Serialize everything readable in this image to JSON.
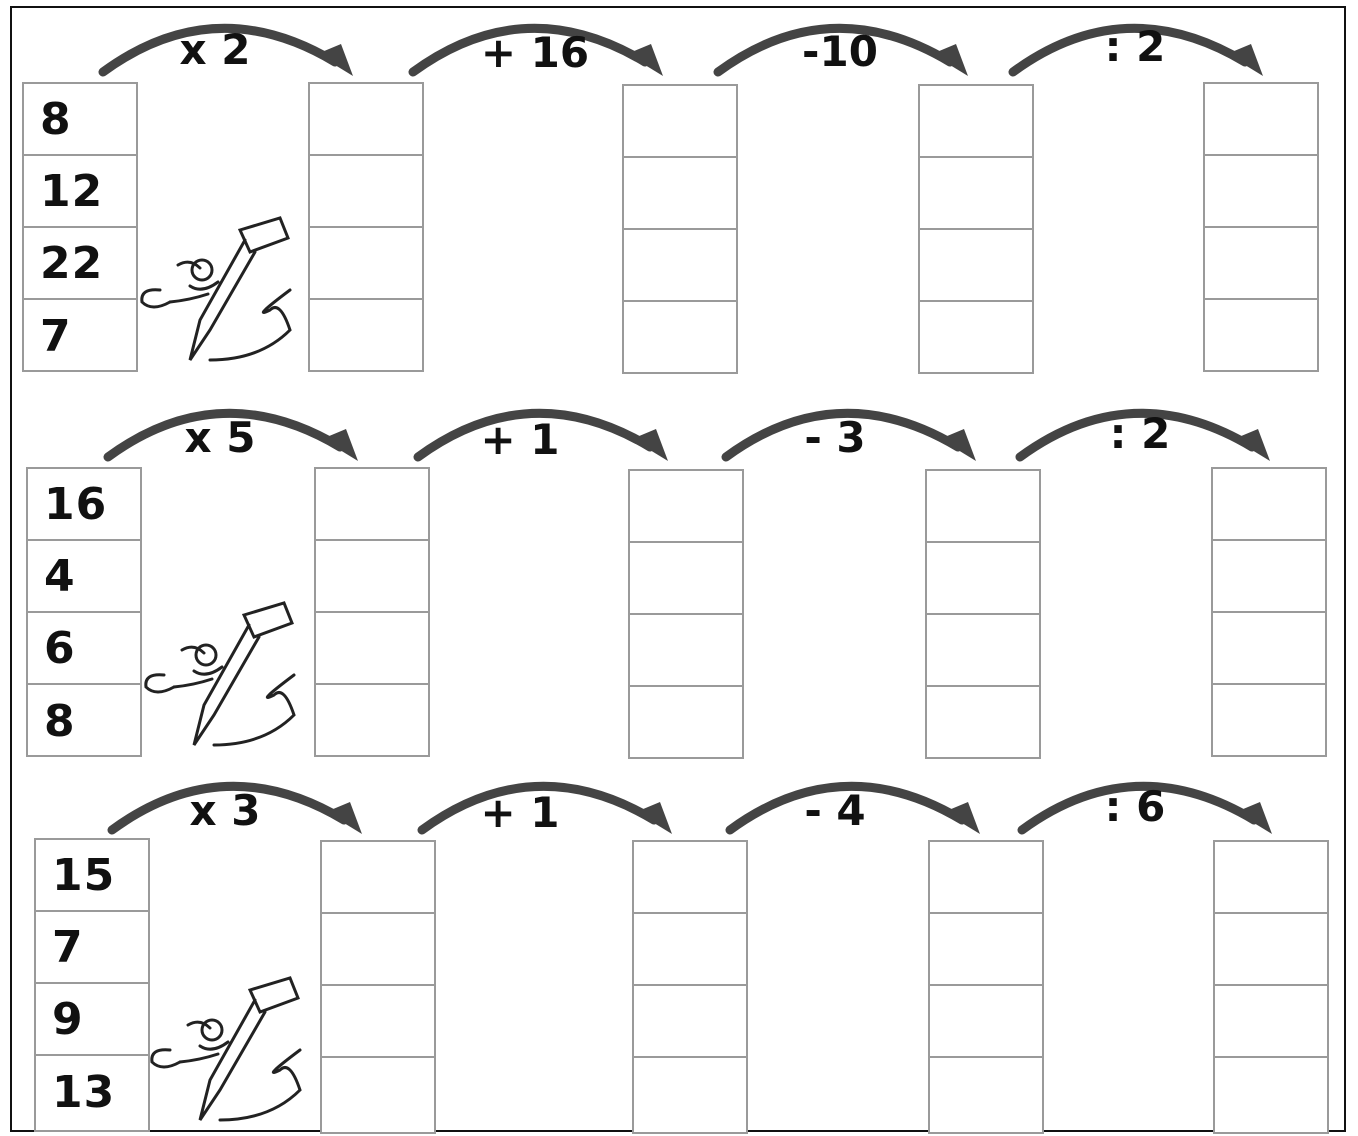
{
  "worksheet": {
    "sections": [
      {
        "inputs": [
          "8",
          "12",
          "22",
          "7"
        ],
        "operations": [
          "x 2",
          "+ 16",
          "-10",
          ": 2"
        ]
      },
      {
        "inputs": [
          "16",
          "4",
          "6",
          "8"
        ],
        "operations": [
          "x 5",
          "+ 1",
          "- 3",
          ": 2"
        ]
      },
      {
        "inputs": [
          "15",
          "7",
          "9",
          "13"
        ],
        "operations": [
          "x 3",
          "+ 1",
          "- 4",
          ": 6"
        ]
      }
    ],
    "colors": {
      "arrow": "#444444",
      "box_border": "#9a9a9a",
      "frame": "#111111"
    },
    "icons": [
      "curved-arrow-icon",
      "pencil-mascot-icon"
    ]
  }
}
